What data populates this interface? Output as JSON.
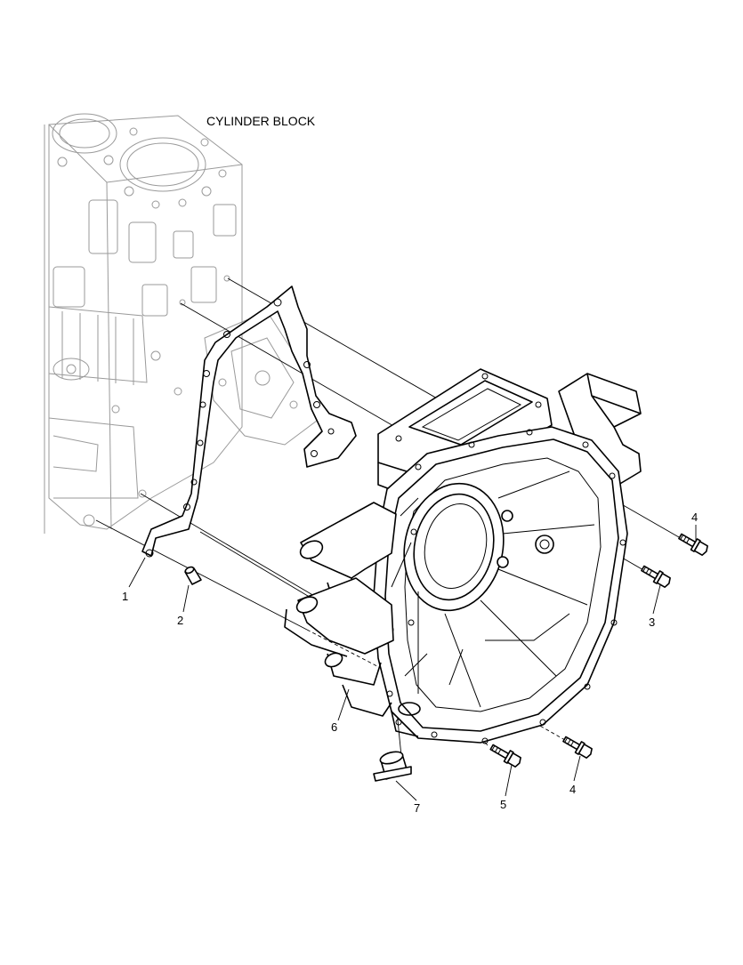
{
  "diagram": {
    "title": "CYLINDER BLOCK",
    "callouts": [
      {
        "id": "c1",
        "label": "1"
      },
      {
        "id": "c2",
        "label": "2"
      },
      {
        "id": "c3",
        "label": "3"
      },
      {
        "id": "c4a",
        "label": "4"
      },
      {
        "id": "c4b",
        "label": "4"
      },
      {
        "id": "c5",
        "label": "5"
      },
      {
        "id": "c6",
        "label": "6"
      },
      {
        "id": "c7",
        "label": "7"
      }
    ]
  }
}
